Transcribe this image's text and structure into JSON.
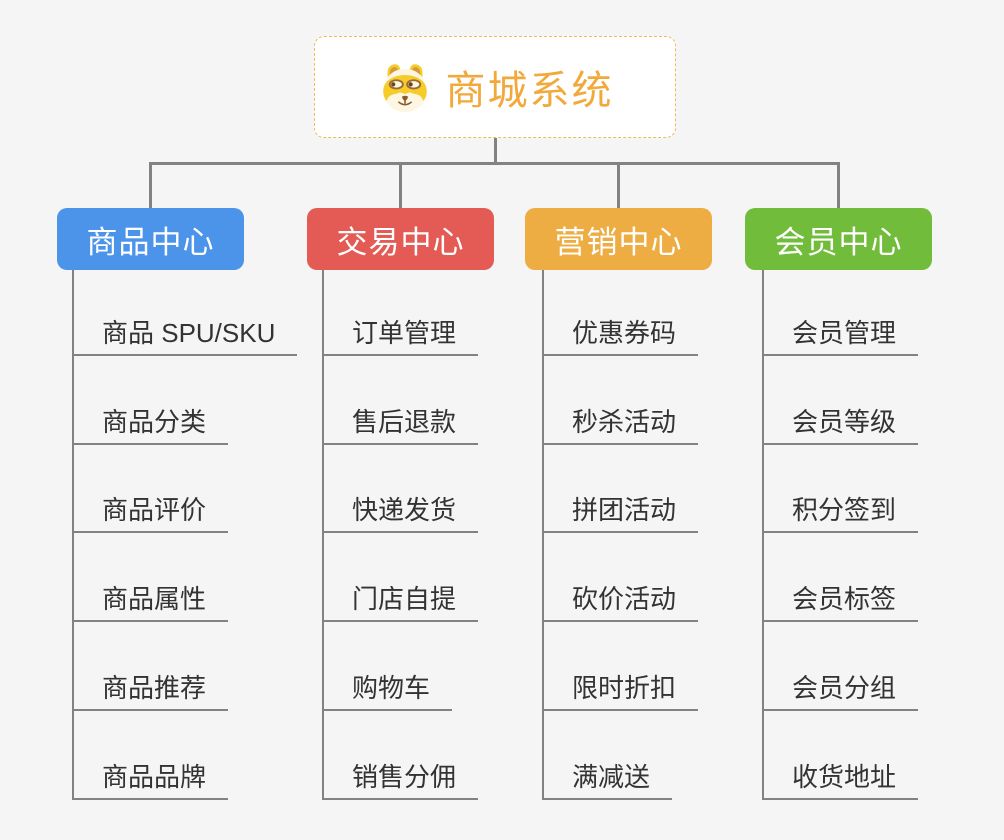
{
  "background": "#F5F5F5",
  "colors": {
    "line": "#828282",
    "leaf_text": "#333333",
    "title": "#F2A93B",
    "root_border": "#EFB95C",
    "root_bg": "#FFFFFF",
    "branch_text": "#FFFFFF"
  },
  "root": {
    "title": "商城系统",
    "icon": "doge-icon"
  },
  "branches": [
    {
      "label": "商品中心",
      "color": "#4B94EA",
      "children": [
        "商品 SPU/SKU",
        "商品分类",
        "商品评价",
        "商品属性",
        "商品推荐",
        "商品品牌"
      ]
    },
    {
      "label": "交易中心",
      "color": "#E45B55",
      "children": [
        "订单管理",
        "售后退款",
        "快递发货",
        "门店自提",
        "购物车",
        "销售分佣"
      ]
    },
    {
      "label": "营销中心",
      "color": "#EDAD42",
      "children": [
        "优惠券码",
        "秒杀活动",
        "拼团活动",
        "砍价活动",
        "限时折扣",
        "满减送"
      ]
    },
    {
      "label": "会员中心",
      "color": "#72BC3B",
      "children": [
        "会员管理",
        "会员等级",
        "积分签到",
        "会员标签",
        "会员分组",
        "收货地址"
      ]
    }
  ]
}
